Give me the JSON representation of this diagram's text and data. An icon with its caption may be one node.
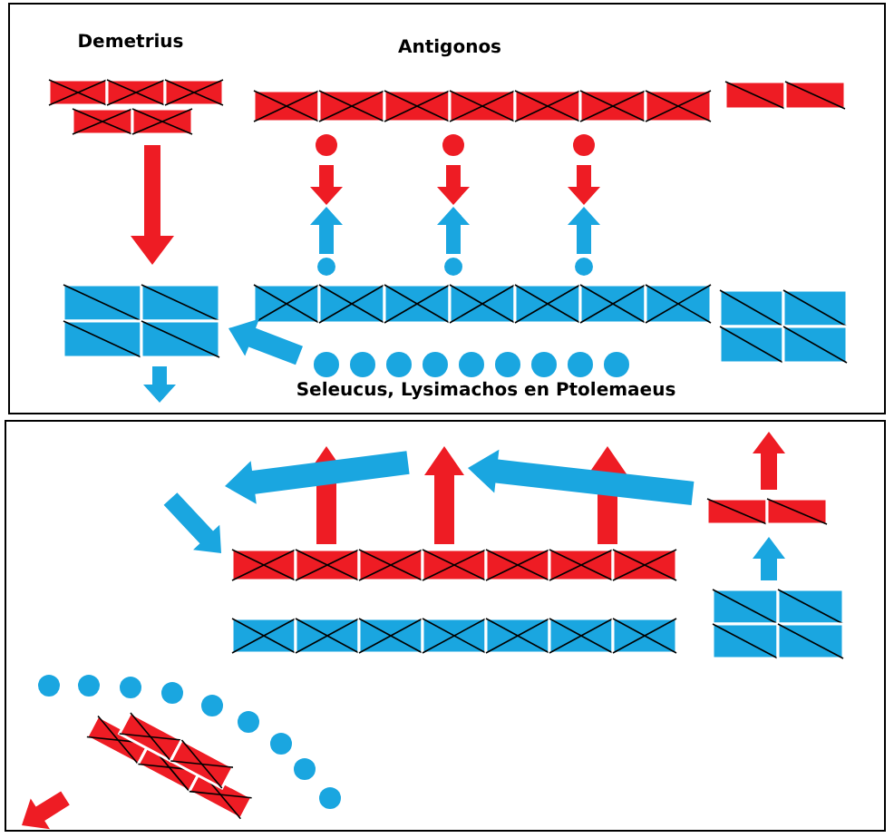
{
  "diagram": {
    "labels": [
      "Demetrius",
      "Antigonos",
      "Seleucus, Lysimachos en Ptolemaeus"
    ]
  }
}
